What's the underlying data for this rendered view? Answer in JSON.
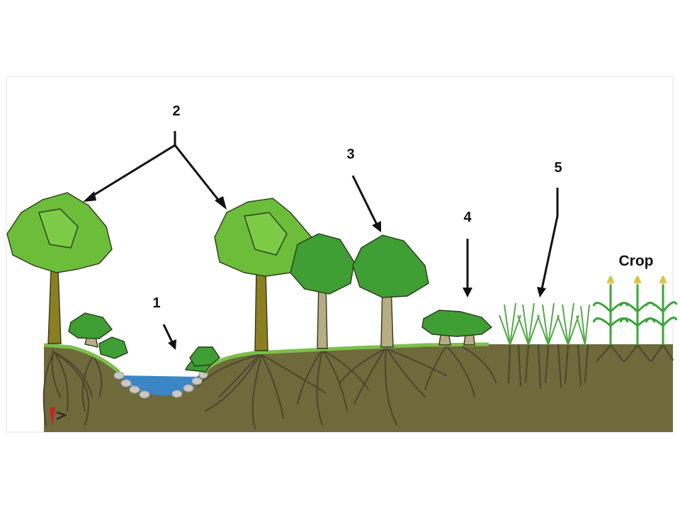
{
  "labels": {
    "one": "1",
    "two": "2",
    "three": "3",
    "four": "4",
    "five": "5",
    "crop": "Crop"
  },
  "colors": {
    "soil": "#6f6a3b",
    "grass": "#7cc04a",
    "water": "#3b86c4",
    "trunk_dark": "#8c7f22",
    "trunk_light": "#b6ad85",
    "canopy_light": "#6bbd3a",
    "canopy_mid": "#3f9e34",
    "crop": "#3aa63a",
    "tassel": "#d7c54a"
  }
}
